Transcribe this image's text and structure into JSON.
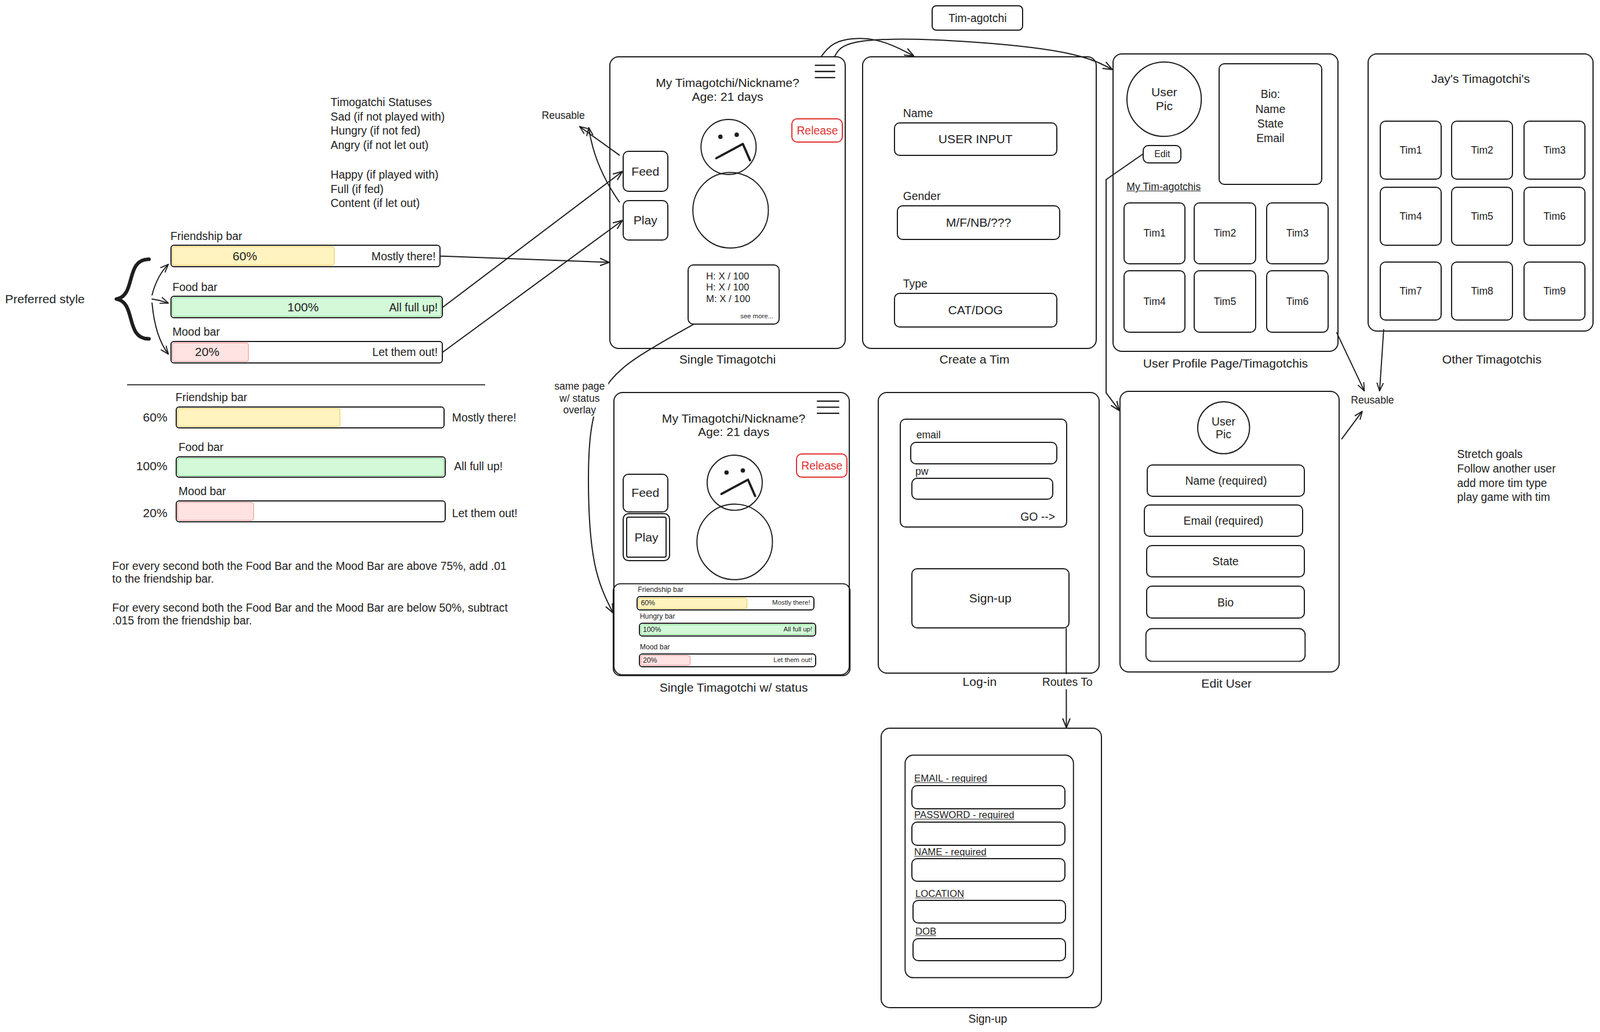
{
  "diagram": {
    "title": "Tim-agotchi",
    "nodes": [
      {
        "text": [
          "Friendship bar",
          "60%",
          "Mostly there!"
        ]
      },
      {
        "text": [
          "Food bar",
          "100%",
          "All full up!"
        ]
      },
      {
        "text": [
          "Mood bar",
          "20%",
          "Let them out!"
        ]
      },
      {
        "text": [
          "Friendship bar",
          "60%",
          "Mostly there!"
        ]
      },
      {
        "text": [
          "Food bar",
          "100%",
          "All full up!"
        ]
      },
      {
        "text": [
          "Mood bar",
          "20%",
          "Let them out!"
        ]
      },
      {
        "text": [
          "My Timagotchi/Nickname?",
          "Age: 21 days",
          "Single Timagotchi"
        ]
      },
      {
        "text": [
          "Feed"
        ],
        "in": 6
      },
      {
        "text": [
          "Play"
        ],
        "in": 6
      },
      {
        "text": [
          "Release"
        ],
        "in": 6
      },
      {
        "text": [
          "H: X / 100",
          "H: X / 100",
          "M: X / 100",
          "see more..."
        ],
        "in": 6
      },
      {
        "text": [
          "My Timagotchi/Nickname?",
          "Age: 21 days",
          "Single Timagotchi w/ status"
        ]
      },
      {
        "text": [
          "Feed"
        ],
        "in": 11
      },
      {
        "text": [
          "Play"
        ],
        "in": 11
      },
      {
        "text": [
          "Release"
        ],
        "in": 11
      },
      {
        "text": [
          "Friendship bar",
          "60%",
          "Mostly there!"
        ],
        "in": 11
      },
      {
        "text": [
          "Hungry bar",
          "100%",
          "All full up!"
        ],
        "in": 11
      },
      {
        "text": [
          "Mood bar",
          "20%",
          "Let them out!"
        ],
        "in": 11
      },
      {
        "text": [
          "Create a Tim"
        ]
      },
      {
        "text": [
          "Name",
          "USER INPUT"
        ],
        "in": 18
      },
      {
        "text": [
          "Gender",
          "M/F/NB/???"
        ],
        "in": 18
      },
      {
        "text": [
          "Type",
          "CAT/DOG"
        ],
        "in": 18
      },
      {
        "text": [
          "My Tim-agotchis",
          "User Profile Page/Timagotchis"
        ]
      },
      {
        "text": [
          "User Pic"
        ],
        "in": 22
      },
      {
        "text": [
          "Bio:",
          "Name",
          "State",
          "Email"
        ],
        "in": 22
      },
      {
        "text": [
          "Edit"
        ],
        "in": 22
      },
      {
        "text": [
          "Tim1"
        ],
        "in": 22
      },
      {
        "text": [
          "Tim2"
        ],
        "in": 22
      },
      {
        "text": [
          "Tim3"
        ],
        "in": 22
      },
      {
        "text": [
          "Tim4"
        ],
        "in": 22
      },
      {
        "text": [
          "Tim5"
        ],
        "in": 22
      },
      {
        "text": [
          "Tim6"
        ],
        "in": 22
      },
      {
        "text": [
          "Jay's Timagotchi's",
          "Other Timagotchis"
        ]
      },
      {
        "text": [
          "Tim1"
        ],
        "in": 32
      },
      {
        "text": [
          "Tim2"
        ],
        "in": 32
      },
      {
        "text": [
          "Tim3"
        ],
        "in": 32
      },
      {
        "text": [
          "Tim4"
        ],
        "in": 32
      },
      {
        "text": [
          "Tim5"
        ],
        "in": 32
      },
      {
        "text": [
          "Tim6"
        ],
        "in": 32
      },
      {
        "text": [
          "Tim7"
        ],
        "in": 32
      },
      {
        "text": [
          "Tim8"
        ],
        "in": 32
      },
      {
        "text": [
          "Tim9"
        ],
        "in": 32
      },
      {
        "text": [
          "Log-in"
        ]
      },
      {
        "text": [
          "GO -->"
        ],
        "in": 42
      },
      {
        "text": [
          "email"
        ],
        "in": 43
      },
      {
        "text": [
          "pw"
        ],
        "in": 43
      },
      {
        "text": [
          "Sign-up"
        ],
        "in": 42
      },
      {
        "text": [
          "Edit User"
        ]
      },
      {
        "text": [
          "User Pic"
        ],
        "in": 47
      },
      {
        "text": [
          "Name (required)"
        ],
        "in": 47
      },
      {
        "text": [
          "Email (required)"
        ],
        "in": 47
      },
      {
        "text": [
          "State"
        ],
        "in": 47
      },
      {
        "text": [
          "Bio"
        ],
        "in": 47
      },
      {
        "text": [
          "Sign-up"
        ]
      },
      {
        "text": [
          "EMAIL - required"
        ],
        "in": 53
      },
      {
        "text": [
          "PASSWORD - required"
        ],
        "in": 53
      },
      {
        "text": [
          "NAME - required"
        ],
        "in": 53
      },
      {
        "text": [
          "LOCATION"
        ],
        "in": 53
      },
      {
        "text": [
          "DOB"
        ],
        "in": 53
      }
    ],
    "edges": [
      {
        "from": 0,
        "to": 6,
        "arrow": "to"
      },
      {
        "from": 1,
        "to": 7,
        "arrow": "to"
      },
      {
        "from": 2,
        "to": 8,
        "arrow": "to"
      },
      {
        "from": 10,
        "to": 11,
        "label": "same page w/ status overlay",
        "arrow": "to"
      },
      {
        "from": 6,
        "to": 18,
        "arrow": "to"
      },
      {
        "from": 6,
        "to": 22,
        "arrow": "to"
      },
      {
        "from": 25,
        "to": 47,
        "arrow": "to"
      },
      {
        "from": 46,
        "to": 53,
        "label": "Routes To",
        "arrow": "to"
      }
    ],
    "labels": [
      "Timogatchi Statuses",
      "Sad (if not played with)",
      "Hungry (if not fed)",
      "Angry (if not let out)",
      "Happy (if played with)",
      "Full (if fed)",
      "Content (if let out)",
      "Preferred style",
      "Reusable",
      "For every second both the Food Bar and the Mood Bar are above 75%, add .01 to the friendship bar.",
      "For every second both the Food Bar and the Mood Bar are below 50%, subtract .015 from the friendship bar.",
      "Reusable",
      "Stretch goals",
      "Follow another user",
      "add more tim type",
      "play game with tim"
    ]
  }
}
